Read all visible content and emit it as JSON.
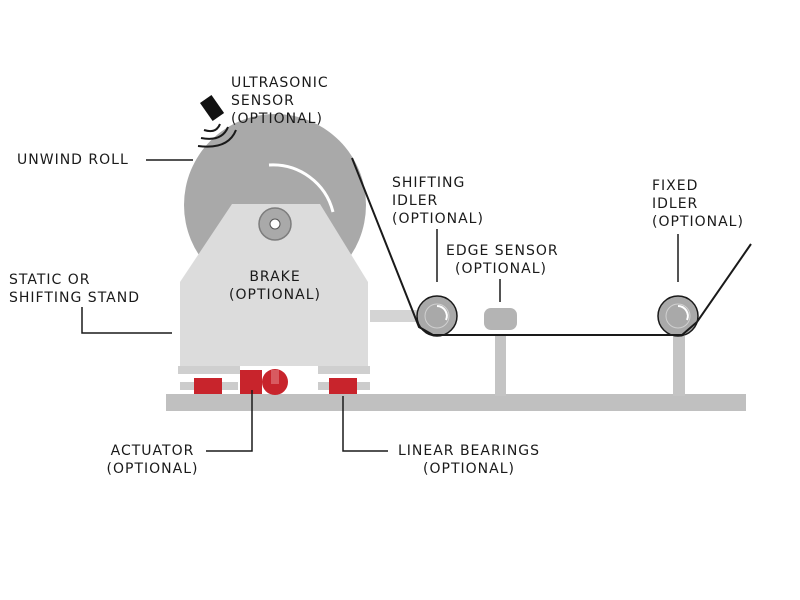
{
  "labels": {
    "ultrasonic_sensor": {
      "line1": "ULTRASONIC",
      "line2": "SENSOR",
      "opt": "(OPTIONAL)"
    },
    "unwind_roll": "UNWIND ROLL",
    "shifting_idler": {
      "line1": "SHIFTING",
      "line2": "IDLER",
      "opt": "(OPTIONAL)"
    },
    "fixed_idler": {
      "line1": "FIXED",
      "line2": "IDLER",
      "opt": "(OPTIONAL)"
    },
    "edge_sensor": {
      "line1": "EDGE SENSOR",
      "opt": "(OPTIONAL)"
    },
    "brake": {
      "line1": "BRAKE",
      "opt": "(OPTIONAL)"
    },
    "stand": {
      "line1": "STATIC OR",
      "line2": "SHIFTING STAND"
    },
    "actuator": {
      "line1": "ACTUATOR",
      "opt": "(OPTIONAL)"
    },
    "linear_bearings": {
      "line1": "LINEAR BEARINGS",
      "opt": "(OPTIONAL)"
    }
  },
  "colors": {
    "roll": "#a9a9a9",
    "stand": "#dcdcdc",
    "base": "#c0c0c0",
    "accent_red": "#c8242c",
    "line": "#1a1a1a"
  }
}
